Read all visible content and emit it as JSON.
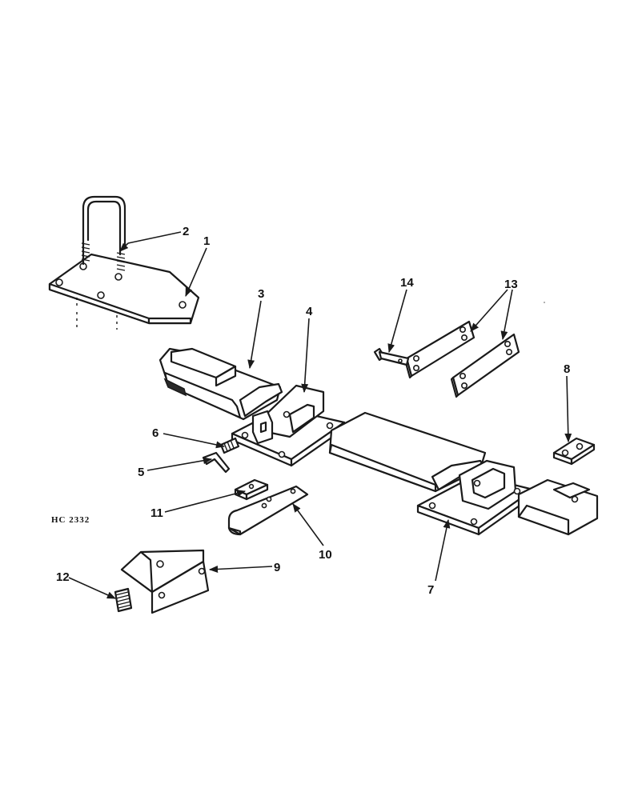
{
  "drawing": {
    "reference_code": "HC 2332"
  },
  "callouts": [
    {
      "id": "c1",
      "label": "1"
    },
    {
      "id": "c2",
      "label": "2"
    },
    {
      "id": "c3",
      "label": "3"
    },
    {
      "id": "c4",
      "label": "4"
    },
    {
      "id": "c5",
      "label": "5"
    },
    {
      "id": "c6",
      "label": "6"
    },
    {
      "id": "c7",
      "label": "7"
    },
    {
      "id": "c8",
      "label": "8"
    },
    {
      "id": "c9",
      "label": "9"
    },
    {
      "id": "c10",
      "label": "10"
    },
    {
      "id": "c11",
      "label": "11"
    },
    {
      "id": "c12",
      "label": "12"
    },
    {
      "id": "c13",
      "label": "13"
    },
    {
      "id": "c14",
      "label": "14"
    }
  ],
  "colors": {
    "line": "#1a1a1a",
    "background": "#ffffff"
  }
}
